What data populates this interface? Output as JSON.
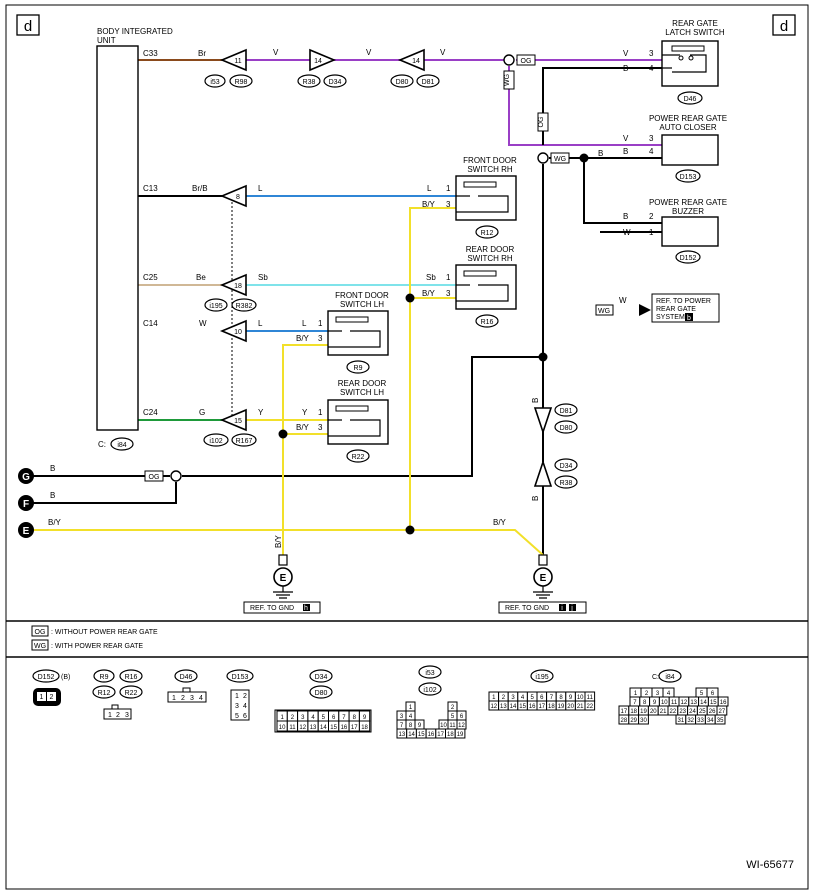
{
  "corner_left": "d",
  "corner_right": "d",
  "figure_id": "WI-65677",
  "components": {
    "body_unit": {
      "title": "BODY INTEGRATED",
      "title2": "UNIT",
      "connector": "C:",
      "connector_id": "i84"
    },
    "latch": {
      "title": "REAR GATE",
      "title2": "LATCH SWITCH",
      "id": "D46",
      "pin_a": "3",
      "pin_b": "4",
      "wire_a": "V",
      "wire_b": "B"
    },
    "closer": {
      "title": "POWER REAR GATE",
      "title2": "AUTO CLOSER",
      "id": "D153",
      "pin_a": "3",
      "pin_b": "4",
      "wire_a": "V",
      "wire_b": "B"
    },
    "buzzer": {
      "title": "POWER REAR GATE",
      "title2": "BUZZER",
      "id": "D152",
      "pin_a": "2",
      "pin_b": "1",
      "wire_a": "B",
      "wire_b": "W"
    },
    "fd_rh": {
      "title": "FRONT DOOR",
      "title2": "SWITCH RH",
      "id": "R12",
      "pin_a": "1",
      "pin_b": "3",
      "wire_a": "L",
      "wire_b": "B/Y"
    },
    "rd_rh": {
      "title": "REAR DOOR",
      "title2": "SWITCH RH",
      "id": "R16",
      "pin_a": "1",
      "pin_b": "3",
      "wire_a": "Sb",
      "wire_b": "B/Y"
    },
    "fd_lh": {
      "title": "FRONT DOOR",
      "title2": "SWITCH LH",
      "id": "R9",
      "pin_a": "1",
      "pin_b": "3",
      "wire_a": "L",
      "wire_b": "B/Y"
    },
    "rd_lh": {
      "title": "REAR DOOR",
      "title2": "SWITCH LH",
      "id": "R22",
      "pin_a": "1",
      "pin_b": "3",
      "wire_a": "Y",
      "wire_b": "B/Y"
    }
  },
  "terminals": [
    {
      "pin": "C33",
      "color": "Br"
    },
    {
      "pin": "C13",
      "color": "Br/B"
    },
    {
      "pin": "C25",
      "color": "Be"
    },
    {
      "pin": "C14",
      "color": "W"
    },
    {
      "pin": "C24",
      "color": "G"
    }
  ],
  "top_line": {
    "v1": "V",
    "v2": "V",
    "v3": "V",
    "og": "OG",
    "wg": "WG",
    "og2": "OG",
    "wg2": "WG",
    "b_mid": "B"
  },
  "splices": {
    "s1": {
      "num": "11",
      "a": "i53",
      "b": "R98"
    },
    "s2": {
      "num": "14",
      "a": "R38",
      "b": "D34"
    },
    "s3": {
      "num": "14",
      "a": "D80",
      "b": "D81"
    },
    "s4": {
      "num": "8"
    },
    "s5": {
      "num": "18",
      "a": "i195",
      "b": "R382"
    },
    "s6": {
      "num": "10"
    },
    "s7": {
      "num": "15",
      "a": "i102",
      "b": "R167"
    }
  },
  "wires": {
    "c13": "L",
    "c25": "Sb",
    "c14": "L",
    "c24": "Y"
  },
  "vertical": {
    "b1": "B",
    "b2": "B",
    "c1a": "D81",
    "c1b": "D80",
    "c2a": "D34",
    "c2b": "R38"
  },
  "grounds": {
    "g_label": "G",
    "f_label": "F",
    "e_label": "E",
    "g_wire": "B",
    "f_wire": "B",
    "e_wire": "B/Y",
    "e_wire2": "B/Y",
    "og": "OG",
    "gnd1_wire": "B/Y",
    "gnd_letter": "E",
    "ref1": "REF. TO GND",
    "ref1_tag": "h",
    "ref2": "REF. TO GND",
    "ref2_tag1": "i",
    "ref2_tag2": "j"
  },
  "ref_box": {
    "wg": "WG",
    "w": "W",
    "line1": "REF. TO POWER",
    "line2": "REAR GATE",
    "line3": "SYSTEM",
    "tag": "b"
  },
  "legend": [
    {
      "code": "OG",
      "text": ": WITHOUT POWER REAR GATE"
    },
    {
      "code": "WG",
      "text": ": WITH POWER REAR GATE"
    }
  ],
  "connectors": {
    "d152": {
      "id": "D152",
      "suffix": "(B)",
      "pins": [
        "1",
        "2"
      ]
    },
    "r_group": {
      "ids": [
        "R9",
        "R16",
        "R12",
        "R22"
      ],
      "pins": [
        "1",
        "2",
        "3"
      ]
    },
    "d46": {
      "id": "D46",
      "pins": [
        "1",
        "2",
        "3",
        "4"
      ]
    },
    "d153": {
      "id": "D153",
      "pins": [
        "1",
        "2",
        "3",
        "4",
        "5",
        "6"
      ]
    },
    "d34": {
      "ids": [
        "D34",
        "D80"
      ],
      "row1": [
        "1",
        "2",
        "3",
        "4",
        "5",
        "6",
        "7",
        "8",
        "9"
      ],
      "row2": [
        "10",
        "11",
        "12",
        "13",
        "14",
        "15",
        "16",
        "17",
        "18"
      ]
    },
    "i53": {
      "ids": [
        "i53",
        "i102"
      ],
      "row1": [
        "1",
        "2"
      ],
      "row2": [
        "3",
        "4",
        "5",
        "6"
      ],
      "row3": [
        "7",
        "8",
        "9",
        "10",
        "11",
        "12"
      ],
      "row4": [
        "13",
        "14",
        "15",
        "16",
        "17",
        "18",
        "19"
      ]
    },
    "i195": {
      "id": "i195",
      "row1": [
        "1",
        "2",
        "3",
        "4",
        "5",
        "6",
        "7",
        "8",
        "9",
        "10",
        "11"
      ],
      "row2": [
        "12",
        "13",
        "14",
        "15",
        "16",
        "17",
        "18",
        "19",
        "20",
        "21",
        "22"
      ]
    },
    "i84": {
      "prefix": "C:",
      "id": "i84",
      "row1": [
        "1",
        "2",
        "3",
        "4",
        "5",
        "6"
      ],
      "row2": [
        "7",
        "8",
        "9",
        "10",
        "11",
        "12",
        "13",
        "14",
        "15",
        "16"
      ],
      "row3": [
        "17",
        "18",
        "19",
        "20",
        "21",
        "22",
        "23",
        "24",
        "25",
        "26",
        "27"
      ],
      "row4": [
        "28",
        "29",
        "30",
        "31",
        "32",
        "33",
        "34",
        "35"
      ]
    }
  },
  "colors": {
    "violet": "#9a3fc6",
    "brown": "#8a4a1c",
    "blue": "#2f86d6",
    "sky": "#7fe3ea",
    "green": "#1e9a3a",
    "yellow": "#f2e02a",
    "beige": "#d0b896"
  }
}
